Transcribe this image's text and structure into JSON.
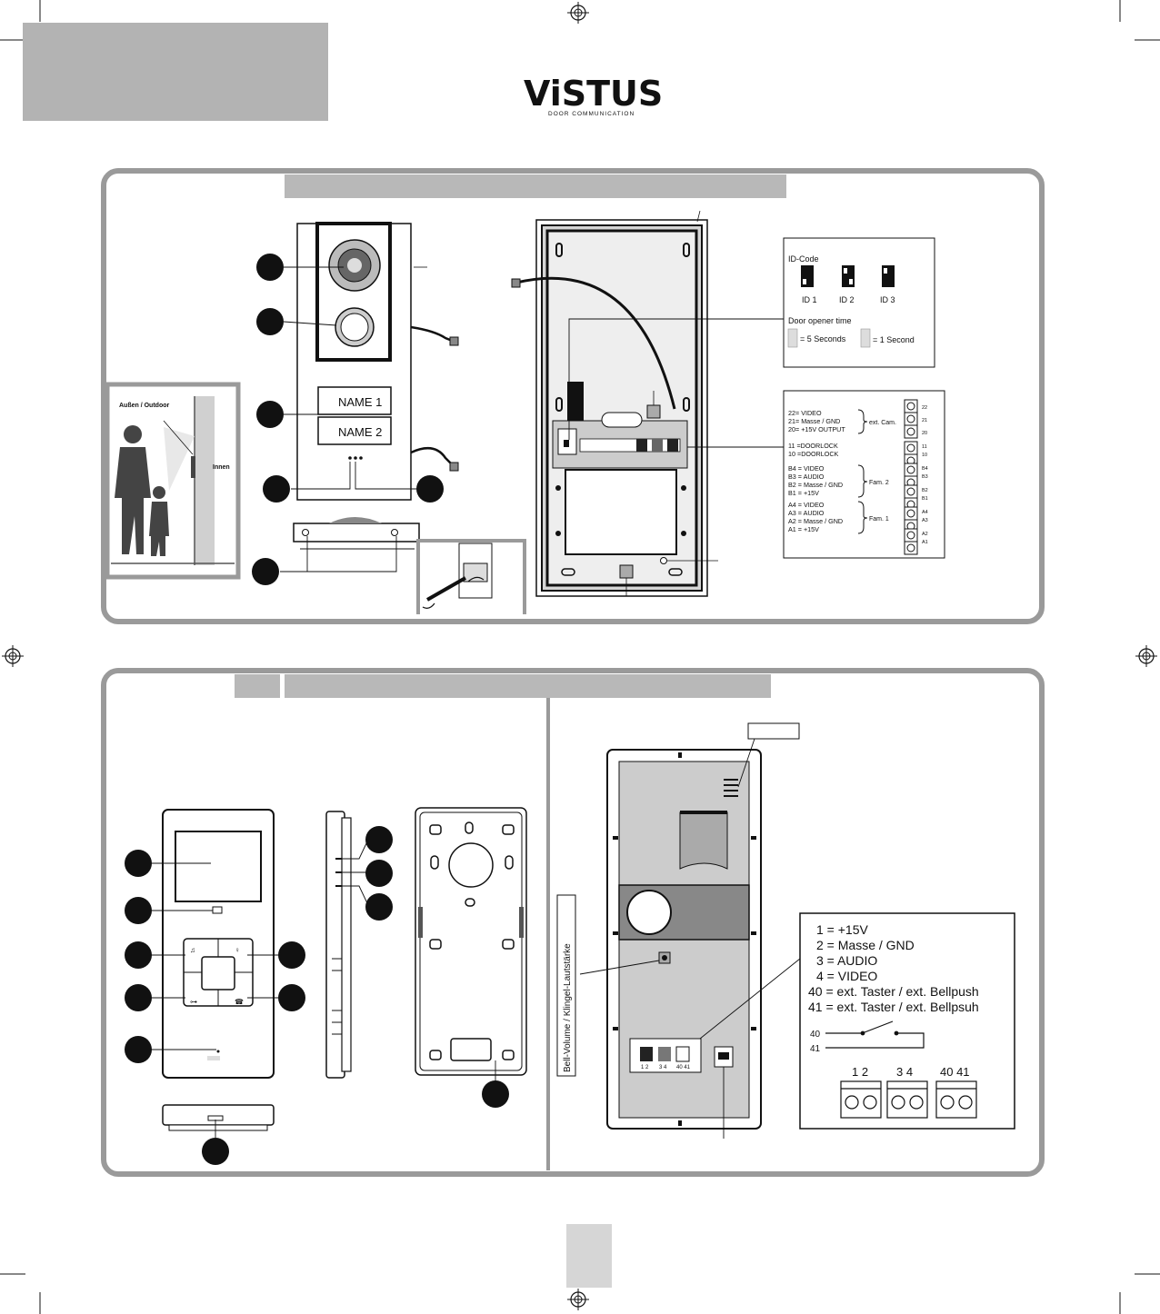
{
  "header": {
    "logo_text": "ViSTUS",
    "logo_tagline": "DOOR COMMUNICATION"
  },
  "door_panel": {
    "name_labels": [
      "NAME 1",
      "NAME 2"
    ],
    "outdoor_label": "Außen / Outdoor",
    "indoor_label": "Innen"
  },
  "id_box": {
    "title": "ID-Code",
    "ids": [
      "ID 1",
      "ID 2",
      "ID 3"
    ],
    "door_opener_title": "Door opener time",
    "option_5s": "= 5 Seconds",
    "option_1s": "= 1 Second"
  },
  "terminal_box": {
    "lines": [
      "22= VIDEO",
      "21= Masse / GND",
      "20= +15V OUTPUT",
      "11 =DOORLOCK",
      "10 =DOORLOCK",
      "B4 = VIDEO",
      "B3 = AUDIO",
      "B2 = Masse / GND",
      "B1 = +15V",
      "A4 = VIDEO",
      "A3 = AUDIO",
      "A2 = Masse / GND",
      "A1 = +15V"
    ],
    "group_labels": [
      "ext. Cam.",
      "Fam. 2",
      "Fam. 1"
    ],
    "terminal_numbers": [
      "22",
      "21",
      "20",
      "11",
      "10",
      "B4",
      "B3",
      "B2",
      "B1",
      "A4",
      "A3",
      "A2",
      "A1"
    ]
  },
  "monitor_back": {
    "bell_volume_label": "Bell-Volume / Klingel-Lautstärke",
    "terminal_legend": [
      "1 = +15V",
      "2 = Masse / GND",
      "3 = AUDIO",
      "4 = VIDEO",
      "40 = ext. Taster / ext. Bellpush",
      "41 = ext. Taster / ext. Bellpsuh"
    ],
    "switch_labels": [
      "40",
      "41"
    ],
    "terminal_headers": [
      "1 2",
      "3 4",
      "40 41"
    ],
    "board_labels": [
      "1 2",
      "3 4",
      "40 41"
    ]
  },
  "colors": {
    "header_gray": "#b3b3b3",
    "band_gray": "#b8b8b8",
    "frame_gray": "#9a9a9a",
    "page_box": "#d6d6d6",
    "marker": "#111111"
  }
}
